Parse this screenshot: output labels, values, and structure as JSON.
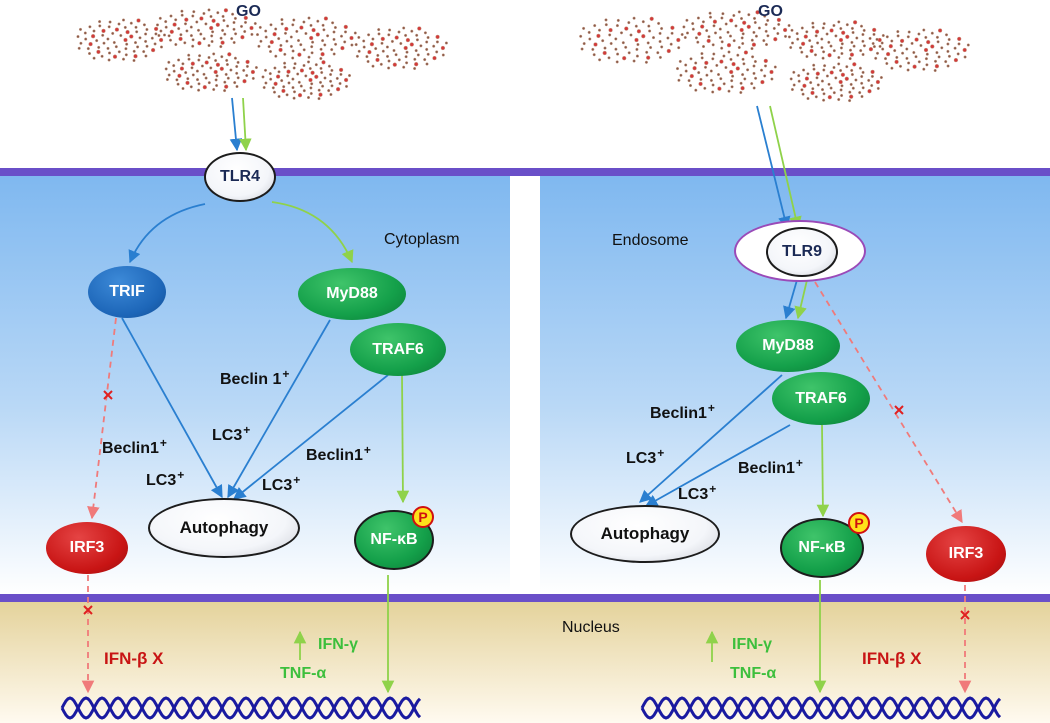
{
  "labels": {
    "go_left": "GO",
    "go_right": "GO",
    "cytoplasm": "Cytoplasm",
    "endosome": "Endosome",
    "nucleus": "Nucleus"
  },
  "left": {
    "tlr4": "TLR4",
    "trif": "TRIF",
    "myd88": "MyD88",
    "traf6": "TRAF6",
    "irf3": "IRF3",
    "autophagy": "Autophagy",
    "nfkb": "NF-κB",
    "p_badge": "P",
    "beclin_a": "Beclin 1",
    "beclin_b": "Beclin1",
    "beclin_c": "Beclin1",
    "lc3_a": "LC3",
    "lc3_b": "LC3",
    "lc3_c": "LC3",
    "plus": "+",
    "ifn_beta": "IFN-β X",
    "ifn_gamma": "IFN-γ",
    "tnf_alpha": "TNF-α"
  },
  "right": {
    "tlr9": "TLR9",
    "myd88": "MyD88",
    "traf6": "TRAF6",
    "irf3": "IRF3",
    "autophagy": "Autophagy",
    "nfkb": "NF-κB",
    "p_badge": "P",
    "beclin_a": "Beclin1",
    "beclin_b": "Beclin1",
    "lc3_a": "LC3",
    "lc3_b": "LC3",
    "plus": "+",
    "ifn_beta": "IFN-β X",
    "ifn_gamma": "IFN-γ",
    "tnf_alpha": "TNF-α"
  },
  "colors": {
    "membrane": "#6a4fc8",
    "cytoplasm_top": "#7fb8f0",
    "cytoplasm_bottom": "#ffffff",
    "nucleus_top": "#eadba6",
    "nucleus_bottom": "#fffaea",
    "blue_arrow": "#2a7fd0",
    "green_arrow": "#8fd24a",
    "red_dashed": "#f07a7a",
    "dna": "#1a1aa0",
    "graphene": "#b04a3a"
  }
}
